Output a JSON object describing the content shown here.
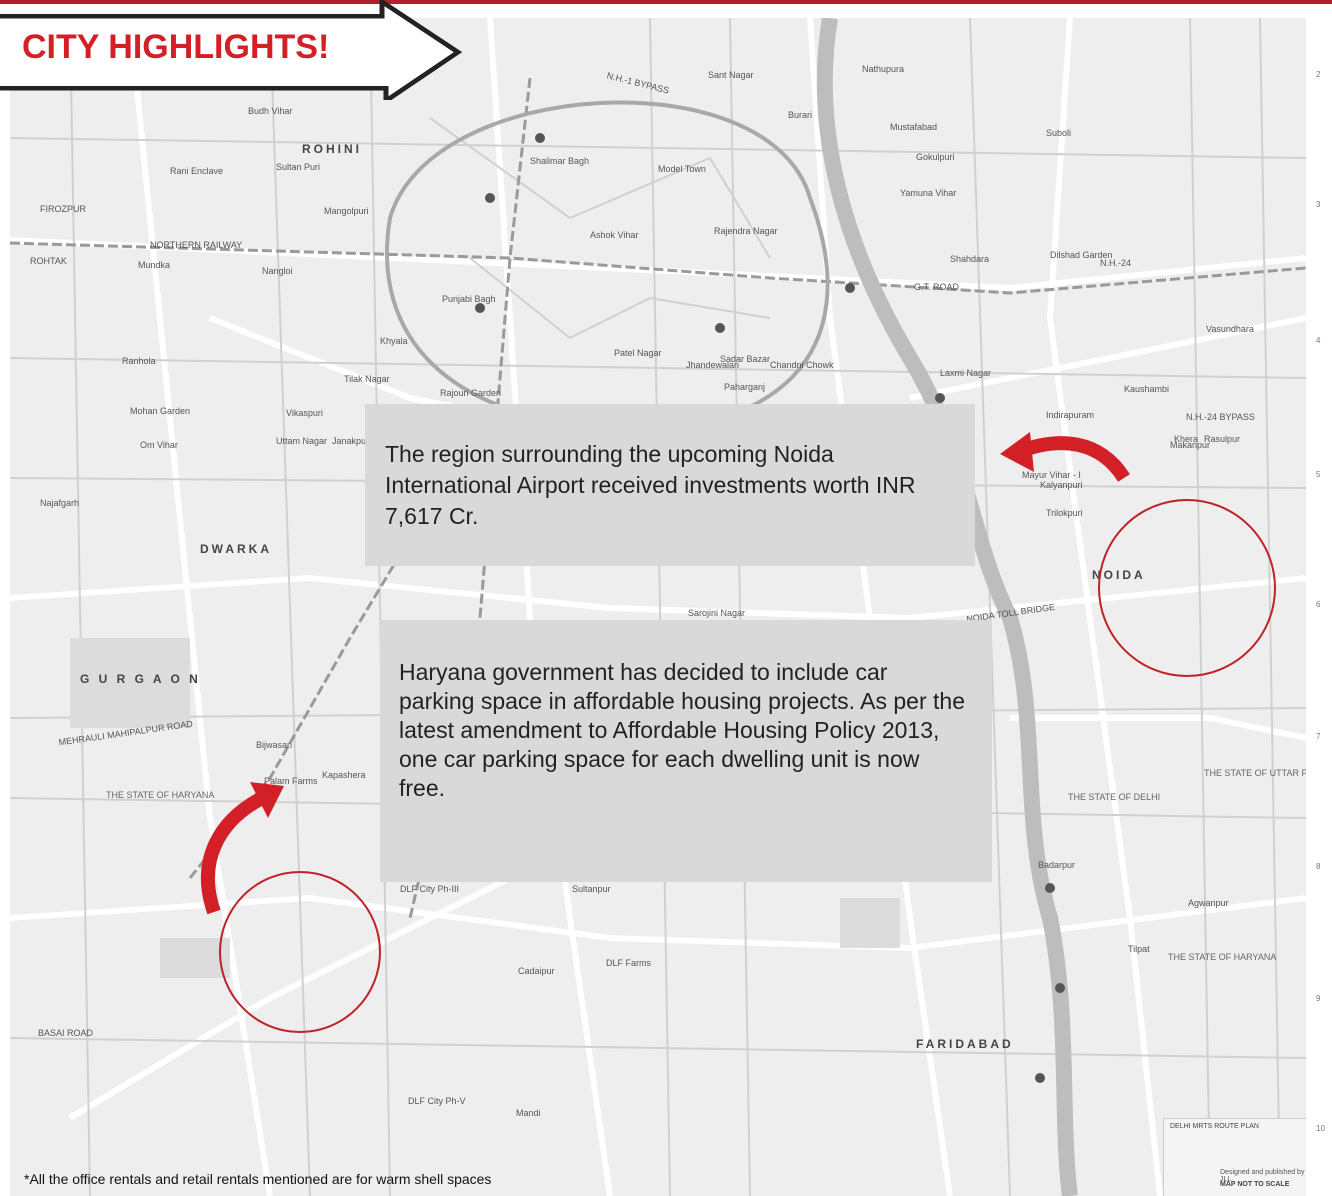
{
  "banner": {
    "title": "CITY HIGHLIGHTS!"
  },
  "callouts": [
    {
      "text": "The region surrounding the upcoming Noida International  Airport received investments worth INR 7,617 Cr."
    },
    {
      "text": "Haryana government has decided to include car parking space in affordable housing projects. As per the latest amendment to Affordable Housing Policy 2013, one car parking space for each dwelling unit is now free."
    }
  ],
  "footnote": "*All the office rentals and retail rentals mentioned  are for warm shell spaces",
  "map": {
    "region_labels": [
      "ROHINI",
      "DWARKA",
      "NOIDA",
      "G U R G A O N",
      "FARIDABAD"
    ],
    "place_labels": [
      "Shalimar Bagh",
      "Model Town",
      "Ashok Vihar",
      "Punjabi Bagh",
      "Patel Nagar",
      "Rajouri Garden",
      "Janakpuri",
      "Uttam Nagar",
      "Najafgarh",
      "Mayur Vihar - I",
      "Kalyanpuri",
      "Trilokpuri",
      "Laxmi Nagar",
      "Shahdara",
      "Dilshad Garden",
      "Vasundhara",
      "Kaushambi",
      "Indirapuram",
      "Badarpur",
      "Tilpat",
      "Agwanpur",
      "Sultanpur",
      "Mandi",
      "Cadaipur",
      "DLF Farms",
      "DLF City Ph-III",
      "DLF City Ph-V",
      "Palam Farms",
      "Kapashera",
      "Bijwasan",
      "Rani Enclave",
      "Budh Vihar",
      "Nangloi",
      "Mundka",
      "Khyala",
      "Tilak Nagar",
      "Vikaspuri",
      "Sultan Puri",
      "Mangolpuri",
      "Rajendra Nagar",
      "Ranhola",
      "Mohan Garden",
      "Om Vihar",
      "Sarojini Nagar",
      "Chandni Chowk",
      "Jhandewalan",
      "Paharganj",
      "Sadar Bazar",
      "Khera",
      "Rasulpur",
      "Makanpur",
      "Suboli",
      "Gokulpuri",
      "Yamuna Vihar",
      "Mustafabad",
      "Sant Nagar",
      "Nathupura",
      "Burari"
    ],
    "state_labels": [
      "THE STATE OF HARYANA",
      "THE STATE OF DELHI",
      "THE STATE OF UTTAR PRADESH",
      "THE STATE OF HARYANA"
    ],
    "road_labels": [
      "N.H.-1 BYPASS",
      "NORTHERN RAILWAY",
      "ROHTAK",
      "N.H.-24 BYPASS",
      "NOIDA TOLL BRIDGE",
      "N.H.-24",
      "G.T. ROAD",
      "FIROZPUR",
      "BASAI ROAD",
      "MEHRAULI MAHIPALPUR ROAD"
    ],
    "legend": {
      "title": "DELHI MRTS ROUTE PLAN",
      "credit": "Designed and published by JLL",
      "note": "MAP NOT TO SCALE"
    }
  },
  "colors": {
    "accent_red": "#d32027",
    "callout_bg": "#d9d9d9",
    "map_bg": "#eeeeee",
    "road": "#ffffff",
    "rail": "#9a9a9a"
  }
}
